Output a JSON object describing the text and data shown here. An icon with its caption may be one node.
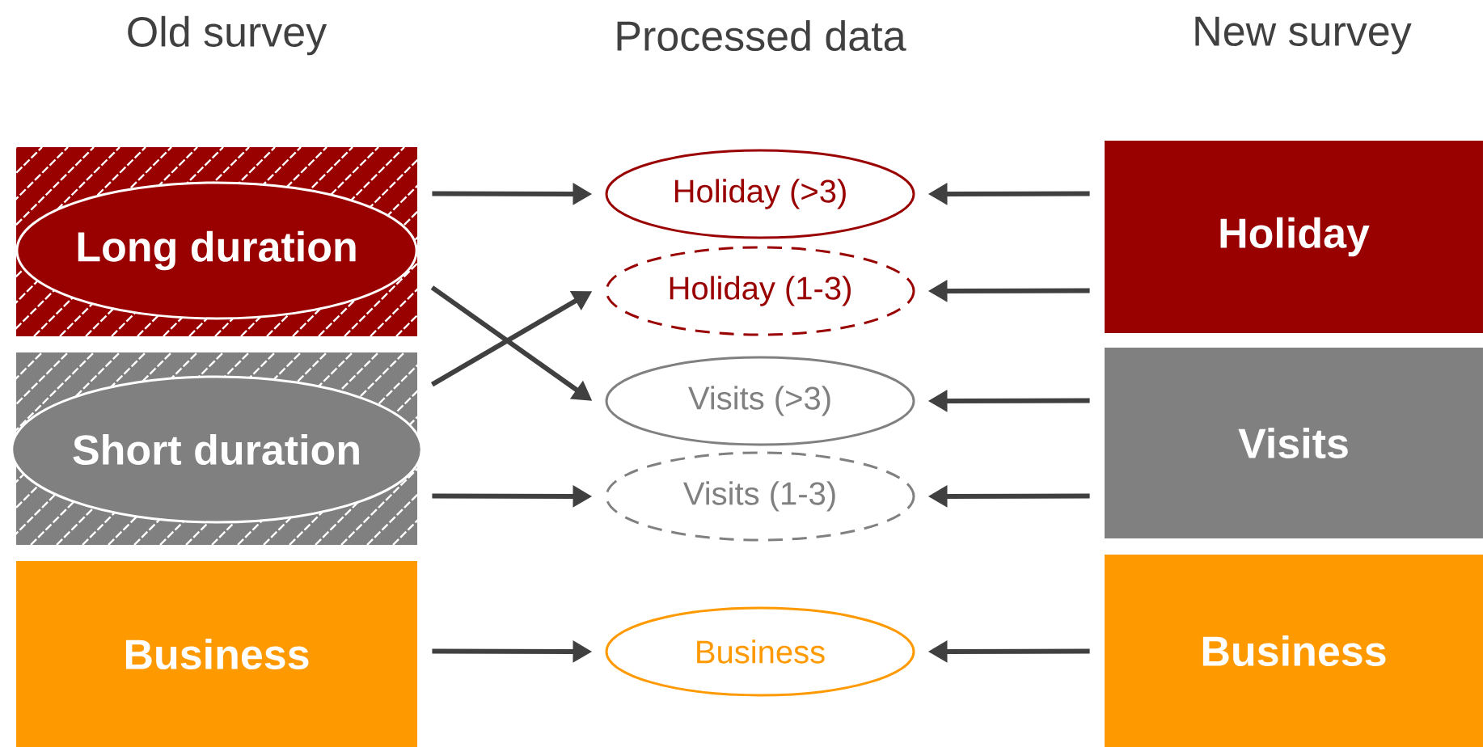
{
  "diagram": {
    "nodes": [
      {
        "text": [],
        "shape": "box"
      },
      {
        "text": [
          "Long duration"
        ],
        "in": 0
      },
      {
        "text": [],
        "shape": "box"
      },
      {
        "text": [
          "Short duration"
        ],
        "in": 2
      },
      {
        "text": [
          "Business"
        ]
      },
      {
        "text": [
          "Holiday (>3)"
        ]
      },
      {
        "text": [
          "Holiday (1-3)"
        ]
      },
      {
        "text": [
          "Visits (>3)"
        ]
      },
      {
        "text": [
          "Visits (1-3)"
        ]
      },
      {
        "text": [
          "Business"
        ]
      },
      {
        "text": [
          "Holiday"
        ]
      },
      {
        "text": [
          "Visits"
        ]
      },
      {
        "text": [
          "Business"
        ]
      }
    ],
    "edges": [
      {
        "from": 0,
        "to": 5,
        "arrow": "to"
      },
      {
        "from": 0,
        "to": 7,
        "arrow": "to"
      },
      {
        "from": 2,
        "to": 6,
        "arrow": "to"
      },
      {
        "from": 2,
        "to": 8,
        "arrow": "to"
      },
      {
        "from": 4,
        "to": 9,
        "arrow": "to"
      },
      {
        "from": 10,
        "to": 5,
        "arrow": "to"
      },
      {
        "from": 10,
        "to": 6,
        "arrow": "to"
      },
      {
        "from": 11,
        "to": 7,
        "arrow": "to"
      },
      {
        "from": 11,
        "to": 8,
        "arrow": "to"
      },
      {
        "from": 12,
        "to": 9,
        "arrow": "to"
      }
    ],
    "labels": [
      "Old survey",
      "Processed data",
      "New survey"
    ]
  }
}
